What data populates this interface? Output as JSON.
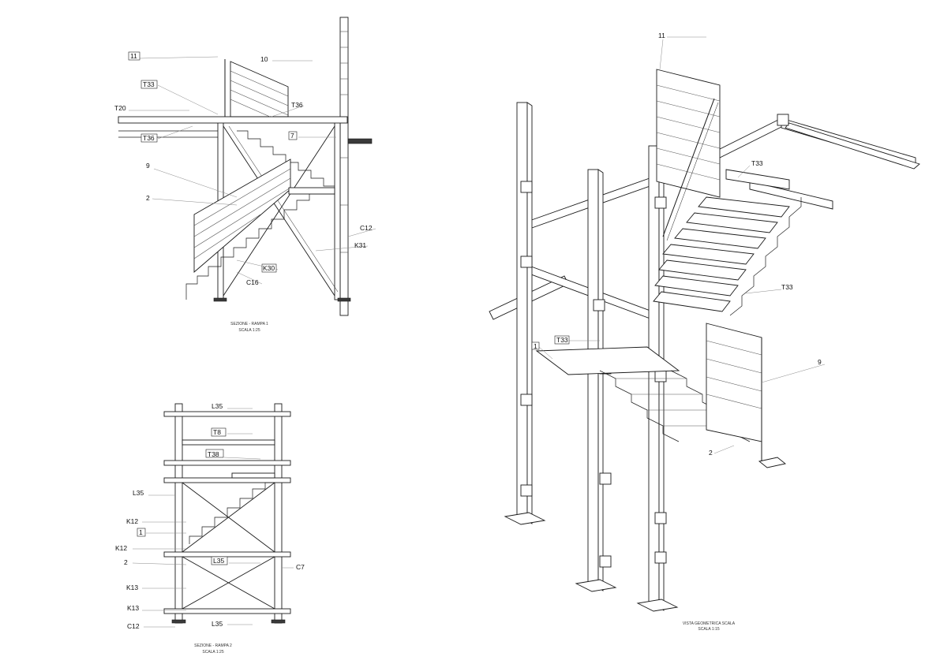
{
  "views": {
    "section1": {
      "caption": "SEZIONE - RAMPA 1",
      "scale": "SCALA 1:25",
      "labels": [
        "11",
        "10",
        "T33",
        "T36",
        "T20",
        "T36",
        "7",
        "9",
        "2",
        "C12",
        "K31",
        "K30",
        "C16"
      ]
    },
    "section2": {
      "caption": "SEZIONE - RAMPA 2",
      "scale": "SCALA 1:25",
      "labels": [
        "L35",
        "T8",
        "T38",
        "L35",
        "K12",
        "1",
        "K12",
        "2",
        "L35",
        "C7",
        "K13",
        "K13",
        "L35",
        "C12"
      ]
    },
    "isometric": {
      "caption": "VISTA GEOMETRICA SCALA",
      "scale": "SCALA 1:15",
      "labels": [
        "11",
        "T33",
        "T33",
        "T33",
        "1",
        "9",
        "2"
      ]
    }
  }
}
